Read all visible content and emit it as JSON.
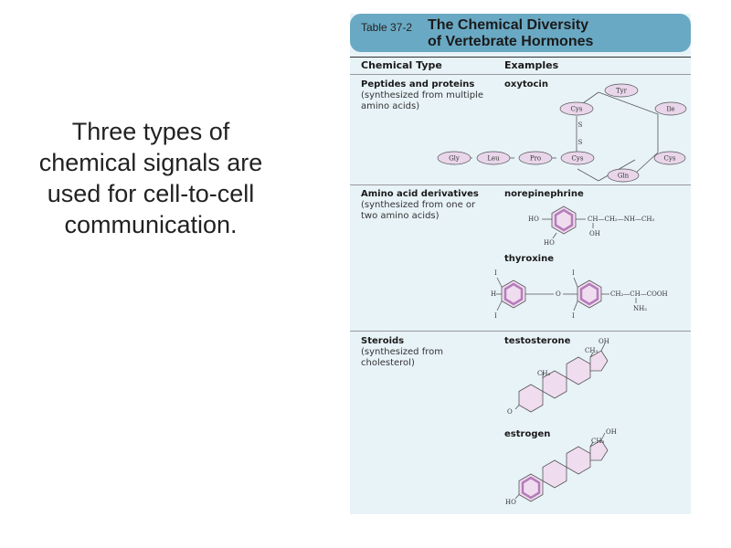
{
  "caption": "Three types of chemical signals are used for cell-to-cell communication.",
  "table": {
    "number": "Table 37-2",
    "title_line1": "The Chemical Diversity",
    "title_line2": "of Vertebrate Hormones",
    "col_type": "Chemical Type",
    "col_examples": "Examples",
    "rows": [
      {
        "type": "Peptides and proteins",
        "sub": "(synthesized from multiple amino acids)",
        "examples": [
          "oxytocin"
        ]
      },
      {
        "type": "Amino acid derivatives",
        "sub": "(synthesized from one or two amino acids)",
        "examples": [
          "norepinephrine",
          "thyroxine"
        ]
      },
      {
        "type": "Steroids",
        "sub": "(synthesized from cholesterol)",
        "examples": [
          "testosterone",
          "estrogen"
        ]
      }
    ]
  },
  "oxytocin_residues": {
    "tyr": "Tyr",
    "cys1": "Cys",
    "ile": "Ile",
    "gly": "Gly",
    "leu": "Leu",
    "pro": "Pro",
    "cys2": "Cys",
    "gln": "Gln",
    "cys3": "Cys",
    "s1": "S",
    "s2": "S"
  },
  "labels": {
    "ho": "HO",
    "oh": "OH",
    "ho2": "HO",
    "h": "H",
    "i": "I",
    "o": "O",
    "nh2": "NH₂",
    "ch3": "CH₃",
    "o_keto": "O",
    "norepi_chain": "CH—CH₂—NH—CH₃",
    "thyro_chain": "CH₂—CH—COOH"
  },
  "colors": {
    "header": "#6aa9c4",
    "table_bg": "#e8f3f8",
    "oval": "#e9d6ea",
    "ring": "#f0dcef",
    "aromatic": "#b47cba",
    "edge": "#555555"
  }
}
